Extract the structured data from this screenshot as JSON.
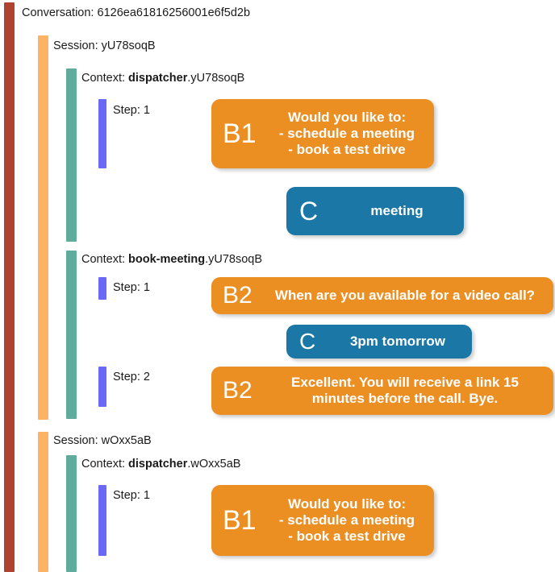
{
  "palette": {
    "background": "#ffffff",
    "conversation_bar": "#b0432f",
    "session_bar": "#fcb464",
    "context_bar": "#5fab9c",
    "step_bar": "#6a68f4",
    "bot_bubble": "#ec8f22",
    "user_bubble": "#1b77a5",
    "bubble_text": "#ffffff",
    "label_text": "#1a1a1a"
  },
  "conversation": {
    "label_prefix": "Conversation: ",
    "id": "6126ea61816256001e6f5d2b"
  },
  "sessions": [
    {
      "label_prefix": "Session: ",
      "id": "yU78soqB",
      "contexts": [
        {
          "label_prefix": "Context: ",
          "name": "dispatcher",
          "suffix": ".yU78soqB",
          "steps": [
            {
              "label": "Step: 1"
            }
          ]
        },
        {
          "label_prefix": "Context: ",
          "name": "book-meeting",
          "suffix": ".yU78soqB",
          "steps": [
            {
              "label": "Step: 1"
            },
            {
              "label": "Step: 2"
            }
          ]
        }
      ]
    },
    {
      "label_prefix": "Session: ",
      "id": "wOxx5aB",
      "contexts": [
        {
          "label_prefix": "Context: ",
          "name": "dispatcher",
          "suffix": ".wOxx5aB",
          "steps": [
            {
              "label": "Step: 1"
            }
          ]
        }
      ]
    }
  ],
  "messages": [
    {
      "tag": "B1",
      "sender": "bot",
      "line1": "Would you like to:",
      "line2": "- schedule a meeting",
      "line3": "- book a test drive"
    },
    {
      "tag": "C",
      "sender": "user",
      "line1": "meeting"
    },
    {
      "tag": "B2",
      "sender": "bot",
      "line1": "When are you available for a video call?"
    },
    {
      "tag": "C",
      "sender": "user",
      "line1": "3pm tomorrow"
    },
    {
      "tag": "B2",
      "sender": "bot",
      "line1": "Excellent. You will receive a link 15",
      "line2": "minutes before the call. Bye."
    },
    {
      "tag": "B1",
      "sender": "bot",
      "line1": "Would you like to:",
      "line2": "- schedule a meeting",
      "line3": "- book a test drive"
    }
  ]
}
